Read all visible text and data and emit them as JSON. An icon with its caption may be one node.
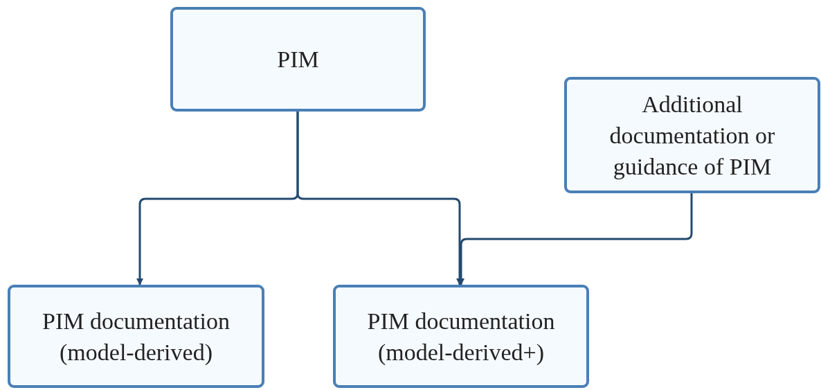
{
  "diagram": {
    "nodes": [
      {
        "text": [
          "PIM"
        ]
      },
      {
        "text": [
          "Additional documentation or guidance of PIM"
        ]
      },
      {
        "text": [
          "PIM documentation (model-derived)"
        ]
      },
      {
        "text": [
          "PIM documentation (model-derived+)"
        ]
      }
    ],
    "edges": [
      {
        "from": 0,
        "to": 2,
        "arrow": "to"
      },
      {
        "from": 0,
        "to": 3,
        "arrow": "to"
      },
      {
        "from": 1,
        "to": 3,
        "arrow": "to"
      }
    ]
  }
}
